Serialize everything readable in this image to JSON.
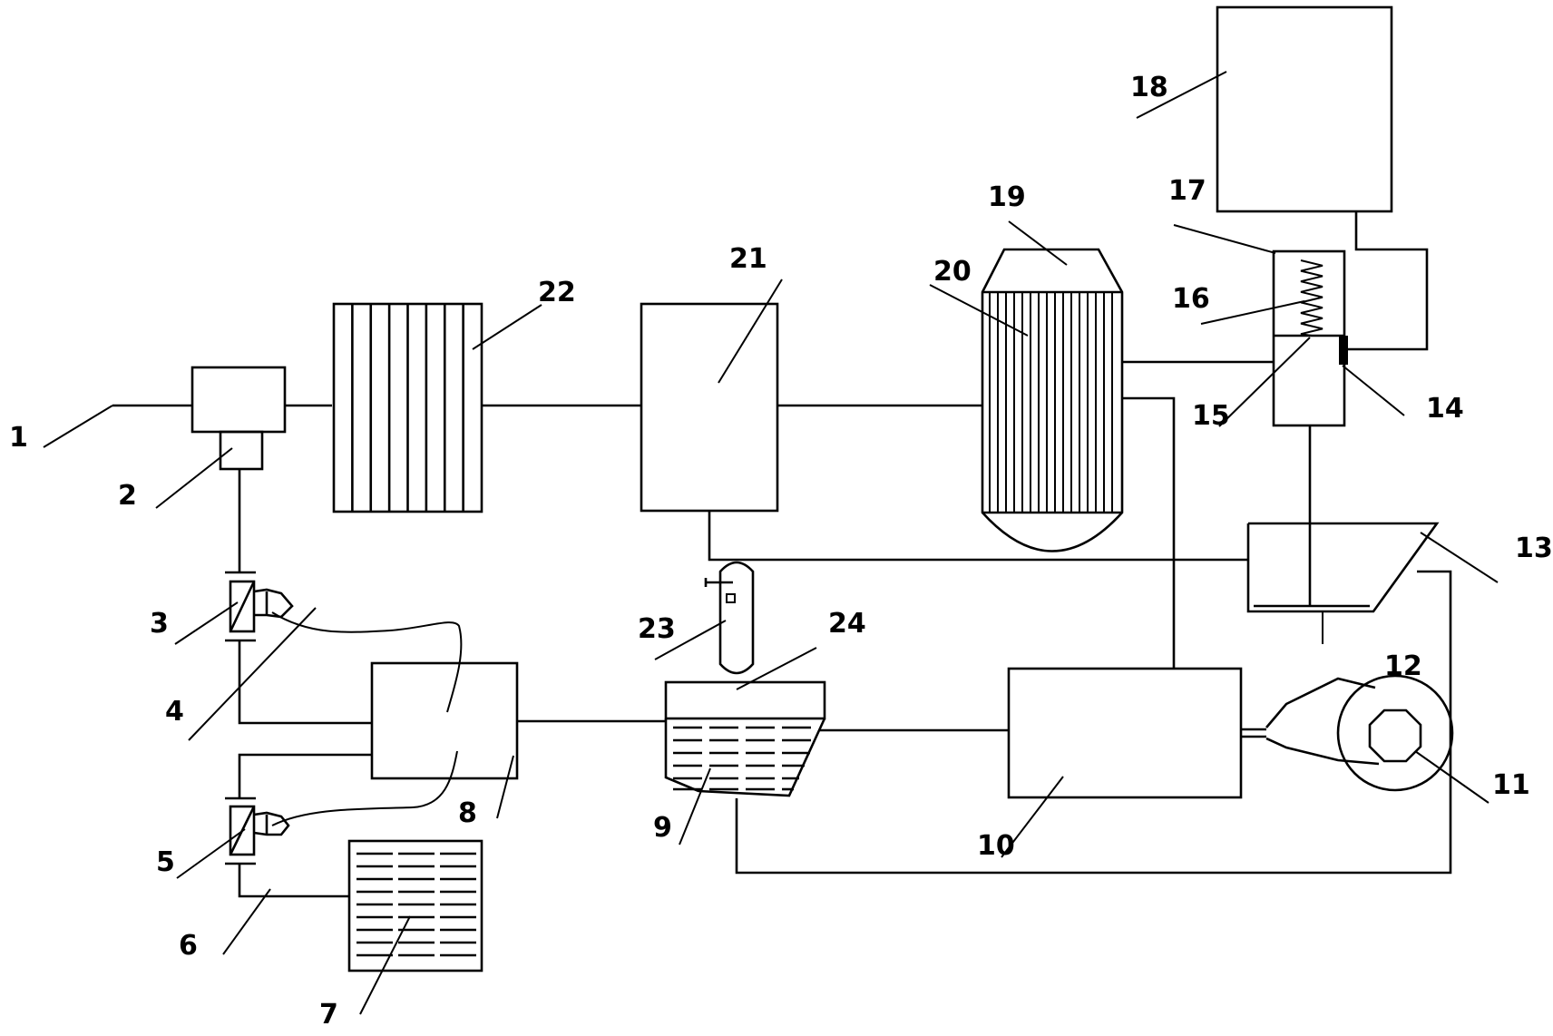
{
  "diagram": {
    "background": "#ffffff",
    "line_color": "#000000",
    "labels": {
      "l1": "1",
      "l2": "2",
      "l3": "3",
      "l4": "4",
      "l5": "5",
      "l6": "6",
      "l7": "7",
      "l8": "8",
      "l9": "9",
      "l10": "10",
      "l11": "11",
      "l12": "12",
      "l13": "13",
      "l14": "14",
      "l15": "15",
      "l16": "16",
      "l17": "17",
      "l18": "18",
      "l19": "19",
      "l20": "20",
      "l21": "21",
      "l22": "22",
      "l23": "23",
      "l24": "24"
    }
  }
}
